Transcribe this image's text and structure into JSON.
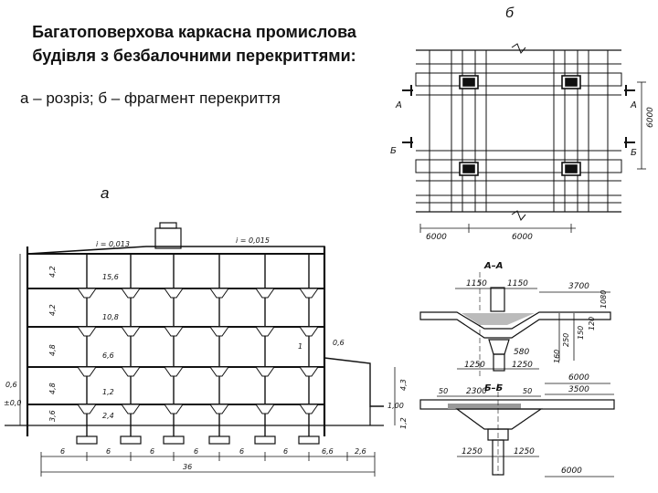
{
  "title": "Багатоповерхова каркасна промислова будівля з безбалочними перекриттями:",
  "subtitle": "а – розріз; б – фрагмент перекриття",
  "fig_a_label": "а",
  "fig_b_label": "б",
  "plan": {
    "section_mark_a": "А",
    "section_mark_b": "Б",
    "dim_width_left": "6000",
    "dim_width_right": "6000",
    "dim_height": "6000"
  },
  "detail_aa": {
    "title": "А–А",
    "dims_top": [
      "1150",
      "1150"
    ],
    "dim_right": "3700",
    "dims_bottom": [
      "1250",
      "1250"
    ],
    "dim_580": "580",
    "dim_span": "6000",
    "vertical": [
      "1080",
      "250",
      "150",
      "120",
      "160"
    ]
  },
  "detail_bb": {
    "title": "Б–Б",
    "dims_top": [
      "50",
      "2300",
      "50",
      "3500"
    ],
    "dims_bottom": [
      "1250",
      "1250"
    ],
    "dim_span": "6000"
  },
  "section": {
    "level_roof_left": "і = 0,013",
    "level_roof_right": "і = 0,015",
    "levels": [
      "15,6",
      "10,8",
      "6,6",
      "1,2",
      "2,4"
    ],
    "floor_heights": [
      "4,2",
      "4,2",
      "4,8",
      "4,8",
      "3,6"
    ],
    "left_marks": [
      "0,6",
      "±0,0"
    ],
    "right_marks": [
      "0,6",
      "4,3",
      "1,2",
      "1,00"
    ],
    "marker_1": "1",
    "spans": [
      "6",
      "6",
      "6",
      "6",
      "6",
      "6"
    ],
    "span_extra": [
      "6,6",
      "2,6"
    ],
    "total_length": "36"
  }
}
